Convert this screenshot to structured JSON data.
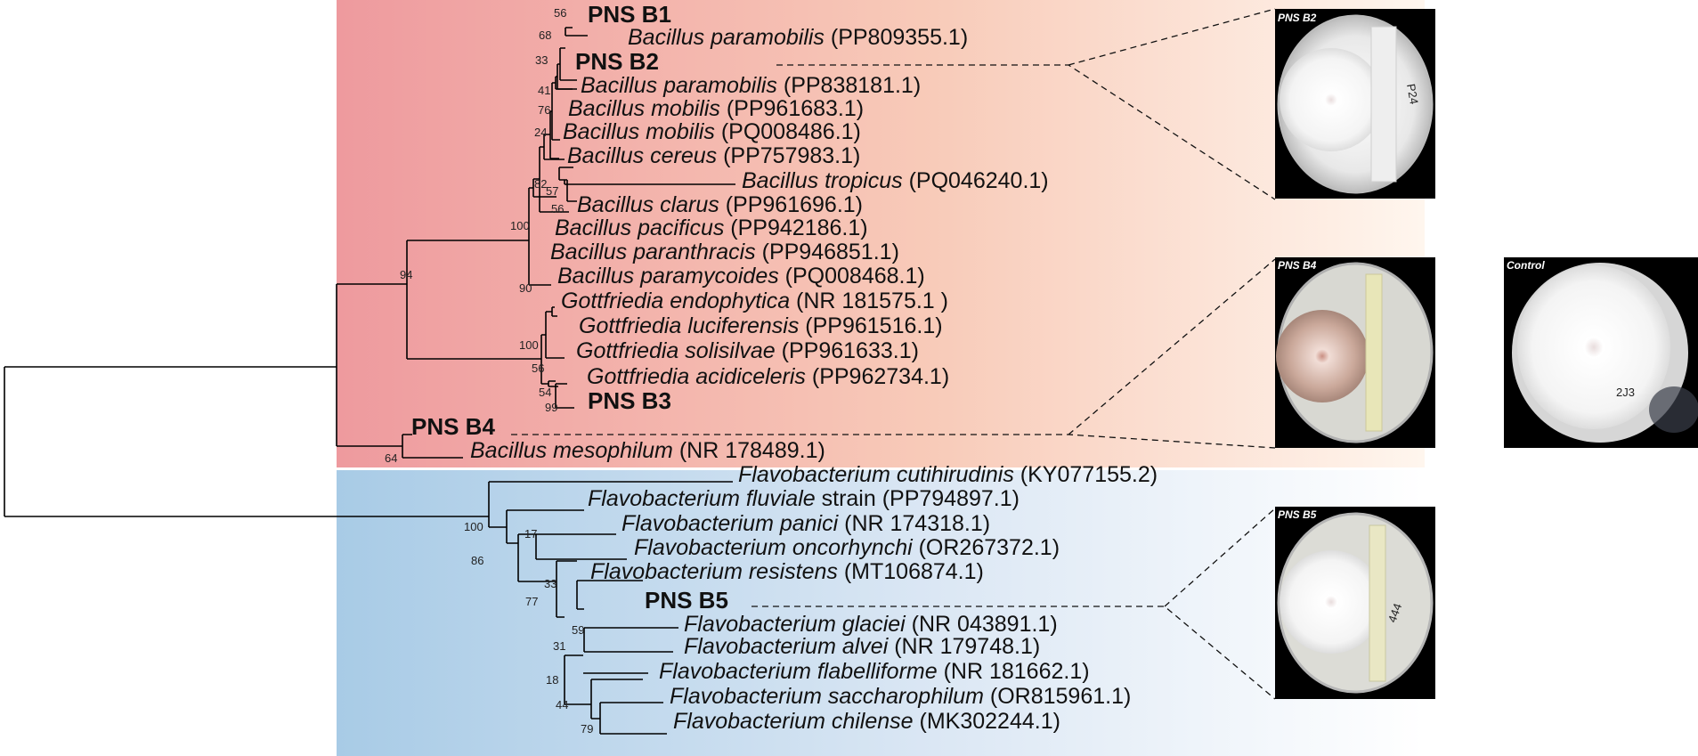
{
  "tree": {
    "taxa": [
      {
        "id": "pnsb1",
        "isolate": "PNS B1"
      },
      {
        "id": "bpar1",
        "species": "Bacillus paramobilis",
        "accession": "(PP809355.1)"
      },
      {
        "id": "pnsb2",
        "isolate": "PNS B2"
      },
      {
        "id": "bpar2",
        "species": "Bacillus paramobilis",
        "accession": "(PP838181.1)"
      },
      {
        "id": "bmob1",
        "species": "Bacillus mobilis",
        "accession": "(PP961683.1)"
      },
      {
        "id": "bmob2",
        "species": "Bacillus mobilis",
        "accession": "(PQ008486.1)"
      },
      {
        "id": "bcer",
        "species": "Bacillus cereus",
        "accession": "(PP757983.1)"
      },
      {
        "id": "btro",
        "species": "Bacillus tropicus",
        "accession": "(PQ046240.1)"
      },
      {
        "id": "bcla",
        "species": "Bacillus clarus",
        "accession": "(PP961696.1)"
      },
      {
        "id": "bpac",
        "species": "Bacillus pacificus",
        "accession": "(PP942186.1)"
      },
      {
        "id": "bpan",
        "species": "Bacillus paranthracis",
        "accession": "(PP946851.1)"
      },
      {
        "id": "bpamy",
        "species": "Bacillus paramycoides",
        "accession": "(PQ008468.1)"
      },
      {
        "id": "gend",
        "species": "Gottfriedia endophytica",
        "accession": "(NR 181575.1 )"
      },
      {
        "id": "gluc",
        "species": "Gottfriedia luciferensis",
        "accession": "(PP961516.1)"
      },
      {
        "id": "gsol",
        "species": "Gottfriedia solisilvae",
        "accession": "(PP961633.1)"
      },
      {
        "id": "gaci",
        "species": "Gottfriedia acidiceleris",
        "accession": "(PP962734.1)"
      },
      {
        "id": "pnsb3",
        "isolate": "PNS B3"
      },
      {
        "id": "pnsb4",
        "isolate": "PNS B4"
      },
      {
        "id": "bmes",
        "species": "Bacillus mesophilum",
        "accession": "(NR 178489.1)"
      },
      {
        "id": "fcut",
        "species": "Flavobacterium cutihirudinis",
        "accession": "(KY077155.2)"
      },
      {
        "id": "ffluv",
        "species": "Flavobacterium fluviale",
        "accession": "strain (PP794897.1)"
      },
      {
        "id": "fpan",
        "species": "Flavobacterium panici",
        "accession": "(NR 174318.1)"
      },
      {
        "id": "fonc",
        "species": "Flavobacterium oncorhynchi",
        "accession": "(OR267372.1)"
      },
      {
        "id": "fres",
        "species": "Flavobacterium resistens",
        "accession": "(MT106874.1)"
      },
      {
        "id": "pnsb5",
        "isolate": "PNS B5"
      },
      {
        "id": "fgla",
        "species": "Flavobacterium glaciei",
        "accession": "(NR 043891.1)"
      },
      {
        "id": "falv",
        "species": "Flavobacterium alvei",
        "accession": "(NR 179748.1)"
      },
      {
        "id": "ffla",
        "species": "Flavobacterium flabelliforme",
        "accession": "(NR 181662.1)"
      },
      {
        "id": "fsac",
        "species": "Flavobacterium saccharophilum",
        "accession": "(OR815961.1)"
      },
      {
        "id": "fchi",
        "species": "Flavobacterium chilense",
        "accession": "(MK302244.1)"
      }
    ],
    "bootstrap": [
      "56",
      "68",
      "33",
      "41",
      "76",
      "24",
      "82",
      "57",
      "56",
      "100",
      "90",
      "94",
      "100",
      "56",
      "54",
      "99",
      "64",
      "100",
      "86",
      "17",
      "77",
      "33",
      "59",
      "31",
      "18",
      "44",
      "79"
    ]
  },
  "plates": [
    {
      "id": "b2",
      "label": "PNS B2",
      "note": "P24"
    },
    {
      "id": "b4",
      "label": "PNS B4"
    },
    {
      "id": "control",
      "label": "Control",
      "note": "2J3"
    },
    {
      "id": "b5",
      "label": "PNS B5",
      "note": "444"
    }
  ],
  "colors": {
    "firmicutes_band_start": "#ee9a9e",
    "firmicutes_band_end": "#fff6ee",
    "flavobacteria_band_start": "#a8cbe6",
    "flavobacteria_band_end": "#ffffff",
    "plate_background": "#000000"
  }
}
